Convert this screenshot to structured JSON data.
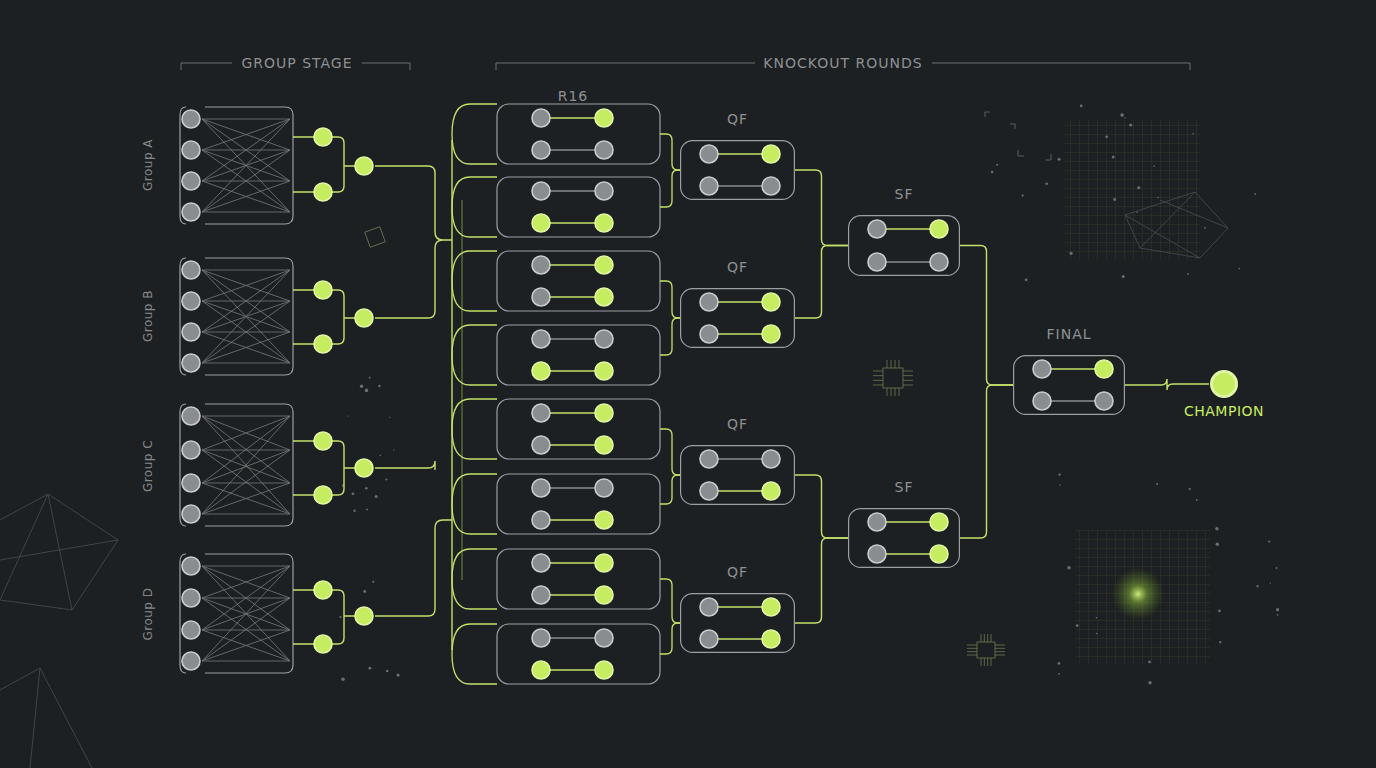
{
  "diagram": {
    "nodes": [
      {
        "text": [
          "QF"
        ]
      },
      {
        "text": [
          "QF"
        ]
      },
      {
        "text": [
          "QF"
        ]
      },
      {
        "text": [
          "QF"
        ]
      },
      {
        "text": [
          "SF"
        ]
      },
      {
        "text": [
          "SF"
        ]
      },
      {
        "text": [
          "FINAL"
        ]
      },
      {
        "text": [
          "CHAMPION"
        ]
      }
    ],
    "edges": [
      {
        "from": 0,
        "to": 4,
        "arrow": "none"
      },
      {
        "from": 1,
        "to": 4,
        "arrow": "none"
      },
      {
        "from": 2,
        "to": 5,
        "arrow": "none"
      },
      {
        "from": 3,
        "to": 5,
        "arrow": "none"
      },
      {
        "from": 4,
        "to": 6,
        "arrow": "none"
      },
      {
        "from": 5,
        "to": 6,
        "arrow": "none"
      },
      {
        "from": 6,
        "to": 7,
        "arrow": "none"
      }
    ],
    "labels": [
      "GROUP STAGE",
      "KNOCKOUT ROUNDS",
      "Group A",
      "Group B",
      "Group C",
      "Group D",
      "R16"
    ]
  }
}
